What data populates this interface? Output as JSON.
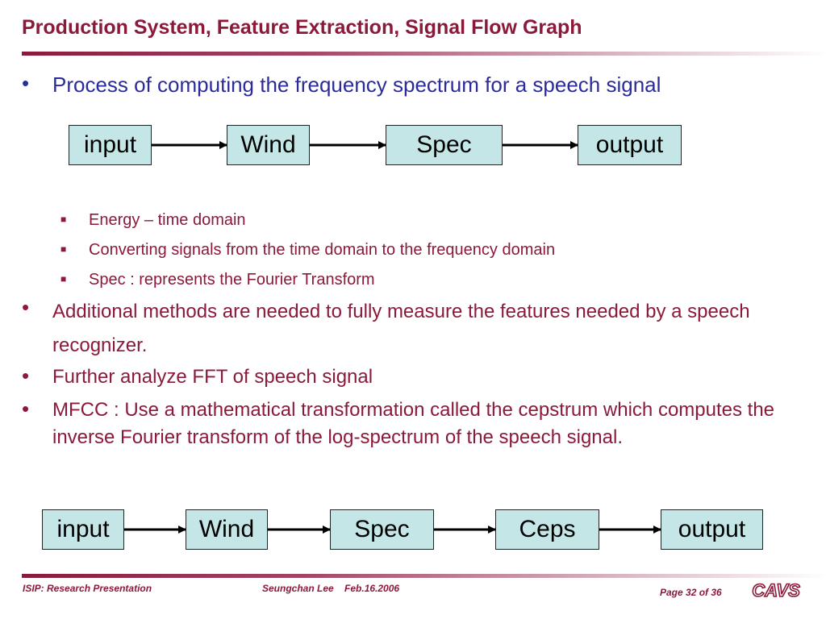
{
  "slide": {
    "title": "Production System, Feature Extraction, Signal Flow Graph",
    "bullets": [
      {
        "text": "Process of computing the frequency spectrum for a speech signal"
      },
      {
        "text": "Additional methods are needed to fully measure the features needed by a speech recognizer."
      },
      {
        "text": "Further analyze FFT of speech signal"
      },
      {
        "text": "MFCC :  Use a mathematical transformation called the cepstrum which computes the inverse Fourier transform of the log-spectrum of the speech signal."
      }
    ],
    "sub_bullets": [
      "Energy – time domain",
      "Converting signals from the time domain to the frequency domain",
      "Spec : represents the Fourier Transform"
    ],
    "bullet_glyph": "•",
    "sub_bullet_glyph": "■"
  },
  "flow1": [
    "input",
    "Wind",
    "Spec",
    "output"
  ],
  "flow2": [
    "input",
    "Wind",
    "Spec",
    "Ceps",
    "output"
  ],
  "footer": {
    "left": "ISIP: Research Presentation",
    "center": "Seungchan Lee    Feb.16.2006",
    "right": "Page 32 of 36",
    "logo": "CAVS"
  },
  "colors": {
    "maroon": "#8b1a3a",
    "blue": "#2b2b9a",
    "box_fill": "#c5e6e6"
  }
}
